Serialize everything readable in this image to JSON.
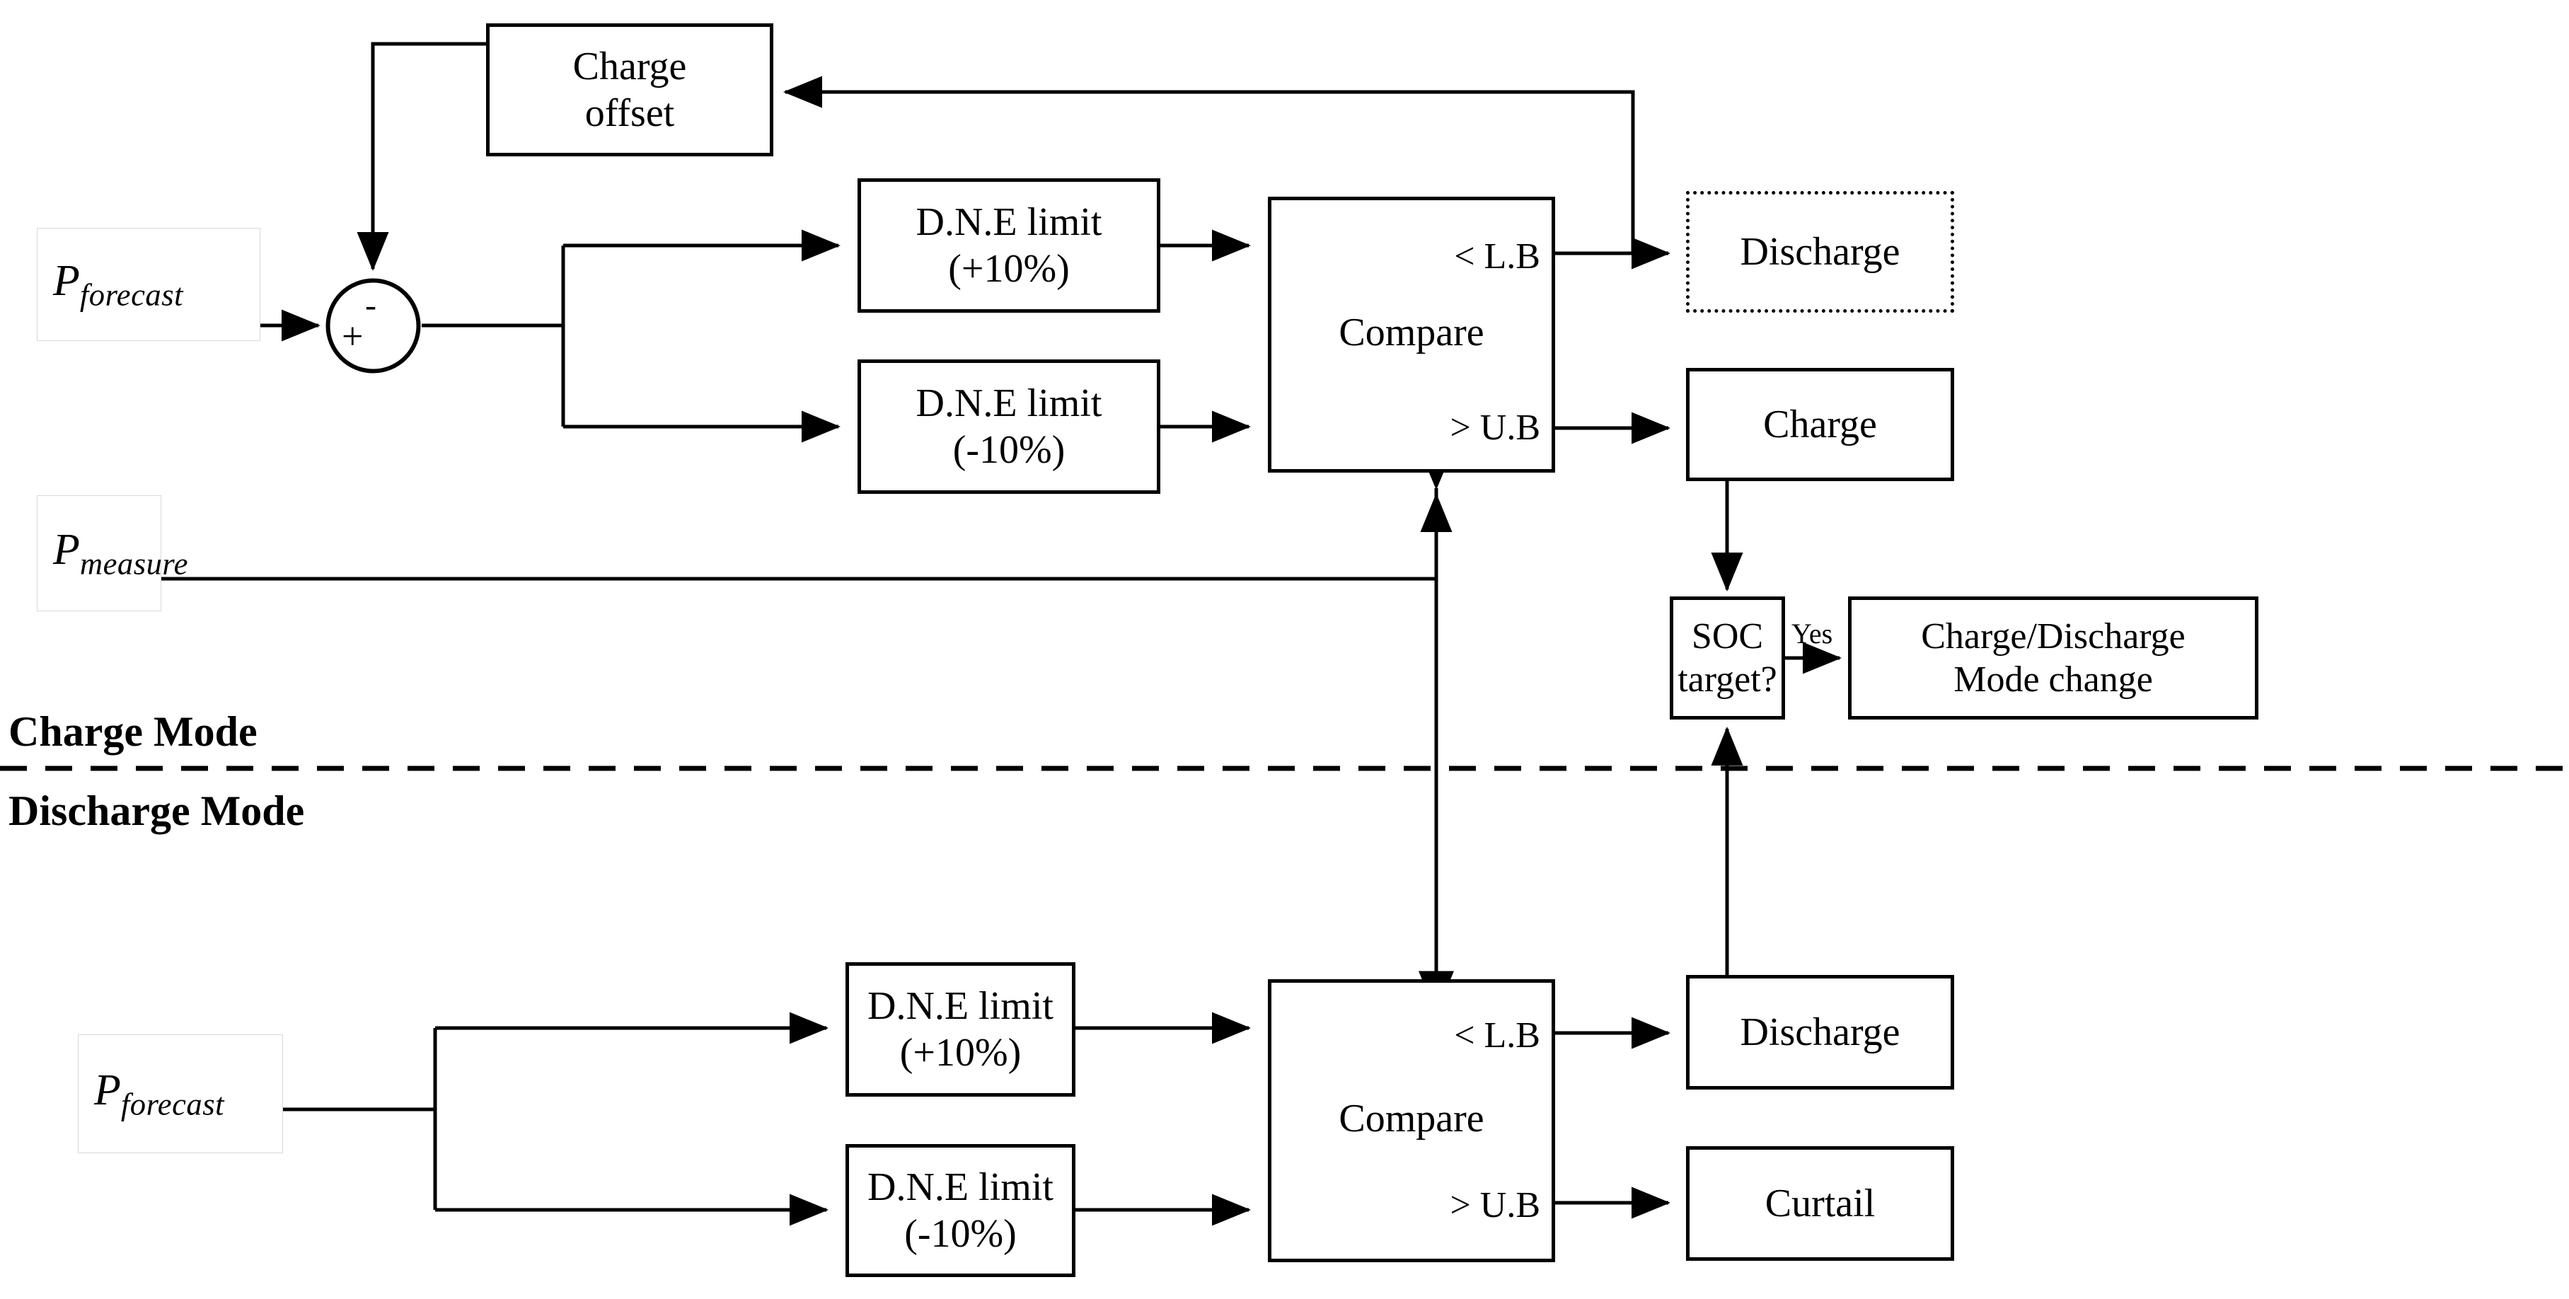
{
  "diagram": {
    "title_hidden": "",
    "sections": {
      "charge_mode_label": "Charge Mode",
      "discharge_mode_label": "Discharge Mode"
    },
    "signals": {
      "forecast_top": "P",
      "forecast_top_sub": "forecast",
      "measure": "P",
      "measure_sub": "measure",
      "forecast_bottom": "P",
      "forecast_bottom_sub": "forecast"
    },
    "sum_junction": {
      "plus": "+",
      "minus": "-"
    },
    "nodes_top": {
      "charge_offset": {
        "line1": "Charge",
        "line2": "offset"
      },
      "dne_plus": {
        "line1": "D.N.E limit",
        "line2": "(+10%)"
      },
      "dne_minus": {
        "line1": "D.N.E limit",
        "line2": "(-10%)"
      },
      "compare": {
        "mid": "Compare",
        "lower_bound": "< L.B",
        "upper_bound": "> U.B"
      },
      "discharge": {
        "line1": "Discharge",
        "line2": ""
      },
      "charge": {
        "line1": "Charge",
        "line2": ""
      },
      "soc_target": {
        "line1": "SOC",
        "line2": "target?"
      },
      "mode_change": {
        "line1": "Charge/Discharge",
        "line2": "Mode change"
      }
    },
    "nodes_bottom": {
      "dne_plus": {
        "line1": "D.N.E limit",
        "line2": "(+10%)"
      },
      "dne_minus": {
        "line1": "D.N.E limit",
        "line2": "(-10%)"
      },
      "compare": {
        "mid": "Compare",
        "lower_bound": "< L.B",
        "upper_bound": "> U.B"
      },
      "discharge": {
        "line1": "Discharge",
        "line2": ""
      },
      "curtail": {
        "line1": "Curtail",
        "line2": ""
      }
    },
    "edge_labels": {
      "yes": "Yes"
    },
    "colors": {
      "stroke": "#000000",
      "background": "#ffffff",
      "label_border": "#d8d8d8"
    }
  }
}
